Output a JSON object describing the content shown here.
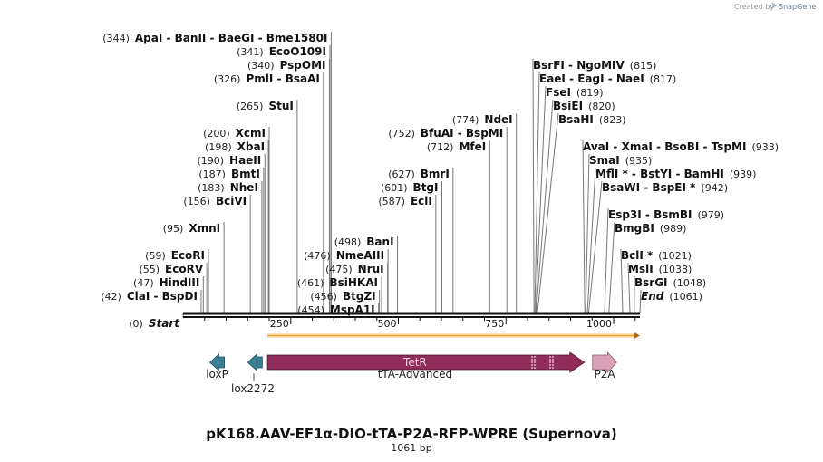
{
  "title": "pK168.AAV-EF1α-DIO-tTA-P2A-RFP-WPRE (Supernova)",
  "length_label": "1061 bp",
  "credit": "Created by",
  "credit_brand": "SnapGene",
  "ruler": {
    "length": 1061,
    "ticks": [
      250,
      500,
      750,
      1000
    ]
  },
  "sites": [
    {
      "text": "(344)  ApaI  - BanII  - BaeGI  - Bme1580I",
      "pos": 344,
      "row": 0
    },
    {
      "text": "(341)  EcoO109I",
      "pos": 341,
      "row": 1
    },
    {
      "text": "(340)  PspOMI",
      "pos": 340,
      "row": 2
    },
    {
      "text": "(326)  PmlI  - BsaAI",
      "pos": 326,
      "row": 3
    },
    {
      "text": "(265)  StuI",
      "pos": 265,
      "row": 5
    },
    {
      "text": "(200)  XcmI",
      "pos": 200,
      "row": 7
    },
    {
      "text": "(198)  XbaI",
      "pos": 198,
      "row": 8
    },
    {
      "text": "(190)  HaeII",
      "pos": 190,
      "row": 9
    },
    {
      "text": "(187)  BmtI",
      "pos": 187,
      "row": 10
    },
    {
      "text": "(183)  NheI",
      "pos": 183,
      "row": 11
    },
    {
      "text": "(156)  BciVI",
      "pos": 156,
      "row": 12
    },
    {
      "text": "(95)  XmnI",
      "pos": 95,
      "row": 14
    },
    {
      "text": "(59)  EcoRI",
      "pos": 59,
      "row": 16
    },
    {
      "text": "(55)  EcoRV",
      "pos": 55,
      "row": 17
    },
    {
      "text": "(47)  HindIII",
      "pos": 47,
      "row": 18
    },
    {
      "text": "(42)  ClaI  - BspDI",
      "pos": 42,
      "row": 19
    },
    {
      "text": "(0)  Start",
      "pos": 0,
      "row": 21,
      "italic": true
    },
    {
      "text": "(498)  BanI",
      "pos": 498,
      "row": 15
    },
    {
      "text": "(476)  NmeAIII",
      "pos": 476,
      "row": 16
    },
    {
      "text": "(475)  NruI",
      "pos": 475,
      "row": 17
    },
    {
      "text": "(461)  BsiHKAI",
      "pos": 461,
      "row": 18
    },
    {
      "text": "(456)  BtgZI",
      "pos": 456,
      "row": 19
    },
    {
      "text": "(454)  MspA1I",
      "pos": 454,
      "row": 20
    },
    {
      "text": "(774)  NdeI",
      "pos": 774,
      "row": 6
    },
    {
      "text": "(752)  BfuAI  - BspMI",
      "pos": 752,
      "row": 7
    },
    {
      "text": "(712)  MfeI",
      "pos": 712,
      "row": 8
    },
    {
      "text": "(627)  BmrI",
      "pos": 627,
      "row": 10
    },
    {
      "text": "(601)  BtgI",
      "pos": 601,
      "row": 11
    },
    {
      "text": "(587)  EclI",
      "pos": 587,
      "row": 12
    },
    {
      "text": "BsrFI  - NgoMIV   (815)",
      "pos": 815,
      "row": 2,
      "side": "right"
    },
    {
      "text": "EaeI  - EagI  - NaeI   (817)",
      "pos": 817,
      "row": 3,
      "side": "right"
    },
    {
      "text": "FseI   (819)",
      "pos": 819,
      "row": 4,
      "side": "right"
    },
    {
      "text": "BsiEI   (820)",
      "pos": 820,
      "row": 5,
      "side": "right"
    },
    {
      "text": "BsaHI   (823)",
      "pos": 823,
      "row": 6,
      "side": "right"
    },
    {
      "text": "AvaI  - XmaI  - BsoBI  - TspMI   (933)",
      "pos": 933,
      "row": 8,
      "side": "right"
    },
    {
      "text": "SmaI   (935)",
      "pos": 935,
      "row": 9,
      "side": "right"
    },
    {
      "text": "MflI *  - BstYI  - BamHI   (939)",
      "pos": 939,
      "row": 10,
      "side": "right"
    },
    {
      "text": "BsaWI  - BspEI *  (942)",
      "pos": 942,
      "row": 11,
      "side": "right"
    },
    {
      "text": "Esp3I  - BsmBI   (979)",
      "pos": 979,
      "row": 13,
      "side": "right"
    },
    {
      "text": "BmgBI   (989)",
      "pos": 989,
      "row": 14,
      "side": "right"
    },
    {
      "text": "BclI *  (1021)",
      "pos": 1021,
      "row": 16,
      "side": "right"
    },
    {
      "text": "MslI   (1038)",
      "pos": 1038,
      "row": 17,
      "side": "right"
    },
    {
      "text": "BsrGI   (1048)",
      "pos": 1048,
      "row": 18,
      "side": "right"
    },
    {
      "text": "End   (1061)",
      "pos": 1061,
      "row": 19,
      "side": "right",
      "italic": true
    }
  ],
  "features": {
    "tta": {
      "label": "tTA-Advanced",
      "inner": "TetR",
      "start": 196,
      "end": 932,
      "color": "#8f2c57"
    },
    "loxp": {
      "label": "loxP",
      "start": 62,
      "end": 96,
      "color": "#3b7f95"
    },
    "lox2272": {
      "label": "lox2272",
      "start": 150,
      "end": 184,
      "color": "#3b7f95"
    },
    "p2a": {
      "label": "P2A",
      "start": 951,
      "end": 1007,
      "color": "#d9a0b7"
    },
    "orf": {
      "start": 196,
      "end": 1061,
      "color": "#e8a13a"
    }
  }
}
